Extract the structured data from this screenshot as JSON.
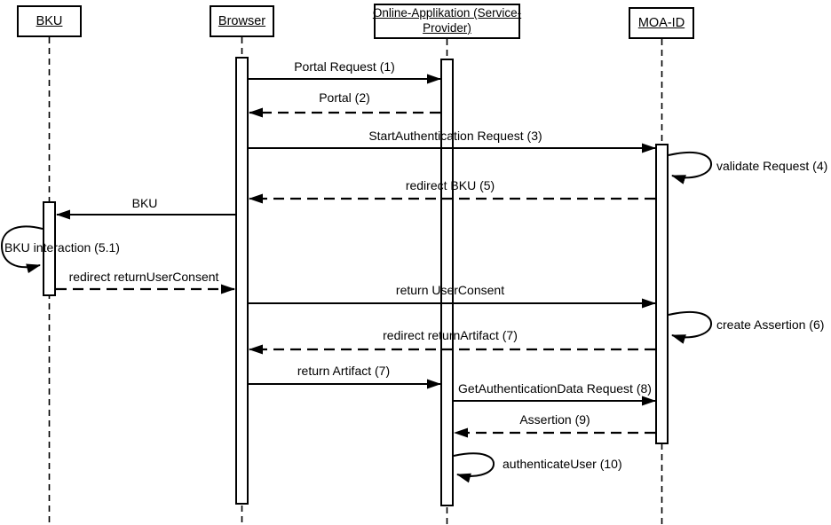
{
  "diagram": {
    "type": "uml-sequence-diagram",
    "background_color": "#ffffff",
    "line_color": "#000000",
    "actors": [
      {
        "id": "bku",
        "label": "BKU"
      },
      {
        "id": "browser",
        "label": "Browser"
      },
      {
        "id": "online_applikation",
        "label": "Online-Applikation (Service-Provider)",
        "label_line1": "Online-Applikation (Service-",
        "label_line2": "Provider)"
      },
      {
        "id": "moa_id",
        "label": "MOA-ID"
      }
    ],
    "messages": [
      {
        "label": "Portal Request (1)",
        "from": "browser",
        "to": "online_applikation",
        "style": "solid"
      },
      {
        "label": "Portal (2)",
        "from": "online_applikation",
        "to": "browser",
        "style": "dashed"
      },
      {
        "label": "StartAuthentication Request (3)",
        "from": "browser",
        "to": "moa_id",
        "style": "solid"
      },
      {
        "label": "validate Request (4)",
        "from": "moa_id",
        "to": "moa_id",
        "style": "self"
      },
      {
        "label": "redirect BKU (5)",
        "from": "moa_id",
        "to": "browser",
        "style": "dashed"
      },
      {
        "label": "BKU",
        "from": "browser",
        "to": "bku",
        "style": "solid"
      },
      {
        "label": "BKU interaction (5.1)",
        "from": "bku",
        "to": "bku",
        "style": "self"
      },
      {
        "label": "redirect returnUserConsent",
        "from": "bku",
        "to": "browser",
        "style": "dashed"
      },
      {
        "label": "return UserConsent",
        "from": "browser",
        "to": "moa_id",
        "style": "solid"
      },
      {
        "label": "create Assertion (6)",
        "from": "moa_id",
        "to": "moa_id",
        "style": "self"
      },
      {
        "label": "redirect returnArtifact (7)",
        "from": "moa_id",
        "to": "browser",
        "style": "dashed"
      },
      {
        "label": "return Artifact (7)",
        "from": "browser",
        "to": "online_applikation",
        "style": "solid"
      },
      {
        "label": "GetAuthenticationData Request (8)",
        "from": "online_applikation",
        "to": "moa_id",
        "style": "solid"
      },
      {
        "label": "Assertion (9)",
        "from": "moa_id",
        "to": "online_applikation",
        "style": "dashed"
      },
      {
        "label": "authenticateUser (10)",
        "from": "online_applikation",
        "to": "online_applikation",
        "style": "self"
      }
    ]
  }
}
